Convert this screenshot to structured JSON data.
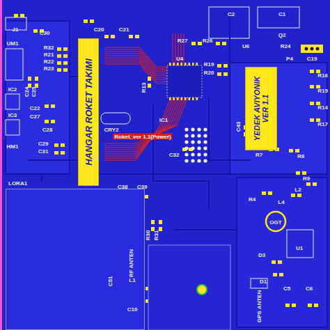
{
  "diagram": {
    "nodes": [
      {
        "text": [
          "HANGAR ROKET TAKIMI"
        ]
      },
      {
        "text": [
          "YEDEK AVIYONIK VER 1.1"
        ]
      },
      {
        "text": [
          "LORA1"
        ]
      }
    ],
    "labels": [
      "J1",
      "C30",
      "C20",
      "C21",
      "C2",
      "C1",
      "R27",
      "R26",
      "U6",
      "Q2",
      "R24",
      "UM1",
      "R32",
      "R21",
      "R22",
      "R23",
      "U4",
      "R19",
      "R20",
      "C19",
      "P4",
      "R16",
      "R15",
      "R17",
      "R13",
      "IC2",
      "C24",
      "C25",
      "IC3",
      "C22",
      "C27",
      "C28",
      "CRY2",
      "IC1",
      "Roket_ver 1.1(Power)",
      "C43",
      "HM1",
      "C29",
      "C31",
      "C32",
      "R7",
      "R8",
      "R9",
      "R4",
      "L2",
      "L4",
      "C38",
      "C39",
      "R30",
      "R31",
      "RF ANTEN",
      "C51",
      "L1",
      "C10",
      "OGT",
      "U1",
      "D3",
      "D1",
      "GPS ANTEN",
      "C5",
      "C6",
      "R14"
    ]
  }
}
